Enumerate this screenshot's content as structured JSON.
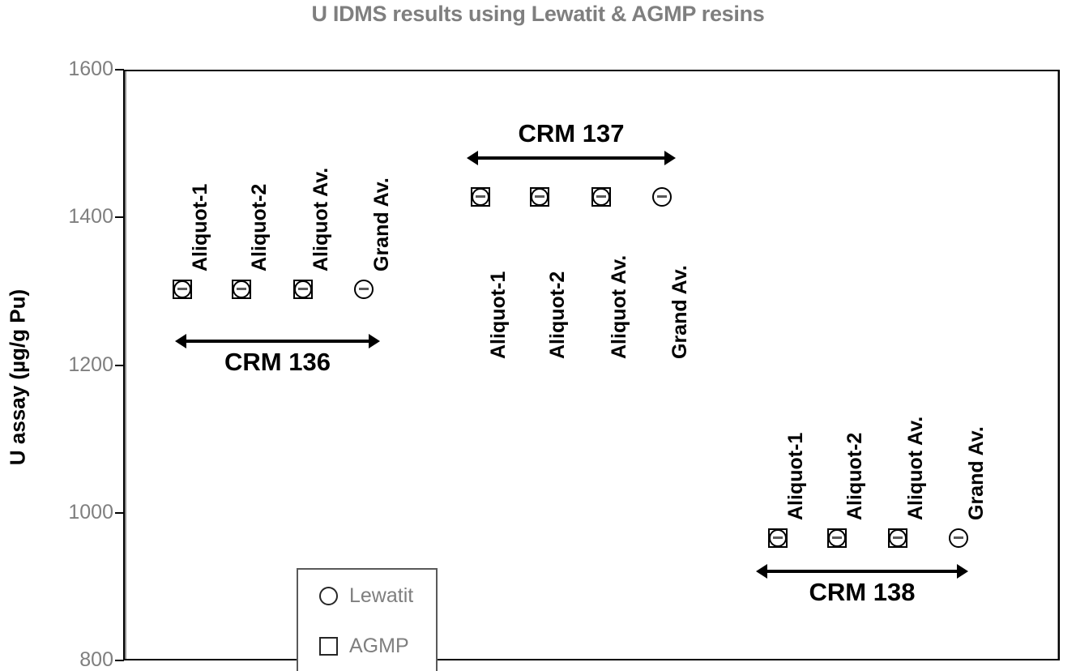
{
  "chart_data": {
    "type": "scatter",
    "title": "U IDMS results using Lewatit & AGMP resins",
    "xlabel": "",
    "ylabel": "U assay (µg/g Pu)",
    "ylim": [
      800,
      1600
    ],
    "yticks": [
      "800",
      "1000",
      "1200",
      "1400",
      "1600"
    ],
    "grid": false,
    "legend_position": "inside-left-lower",
    "legend": [
      {
        "label": "Lewatit",
        "marker": "circle"
      },
      {
        "label": "AGMP",
        "marker": "square"
      }
    ],
    "categories": [
      "Aliquot-1",
      "Aliquot-2",
      "Aliquot Av.",
      "Grand Av."
    ],
    "groups": [
      {
        "name": "CRM 136",
        "label_placement": "above-marker",
        "arrow_label_placement": "below",
        "points": [
          {
            "category": "Aliquot-1",
            "value": 1305,
            "markers": [
              "circle",
              "square"
            ]
          },
          {
            "category": "Aliquot-2",
            "value": 1305,
            "markers": [
              "circle",
              "square"
            ]
          },
          {
            "category": "Aliquot Av.",
            "value": 1305,
            "markers": [
              "circle",
              "square"
            ]
          },
          {
            "category": "Grand Av.",
            "value": 1305,
            "markers": [
              "circle"
            ]
          }
        ]
      },
      {
        "name": "CRM 137",
        "label_placement": "below-marker",
        "arrow_label_placement": "above",
        "points": [
          {
            "category": "Aliquot-1",
            "value": 1430,
            "markers": [
              "circle",
              "square"
            ]
          },
          {
            "category": "Aliquot-2",
            "value": 1430,
            "markers": [
              "circle",
              "square"
            ]
          },
          {
            "category": "Aliquot Av.",
            "value": 1430,
            "markers": [
              "circle",
              "square"
            ]
          },
          {
            "category": "Grand Av.",
            "value": 1430,
            "markers": [
              "circle"
            ]
          }
        ]
      },
      {
        "name": "CRM 138",
        "label_placement": "above-marker",
        "arrow_label_placement": "below",
        "points": [
          {
            "category": "Aliquot-1",
            "value": 968,
            "markers": [
              "circle",
              "square"
            ]
          },
          {
            "category": "Aliquot-2",
            "value": 968,
            "markers": [
              "circle",
              "square"
            ]
          },
          {
            "category": "Aliquot Av.",
            "value": 968,
            "markers": [
              "circle",
              "square"
            ]
          },
          {
            "category": "Grand Av.",
            "value": 968,
            "markers": [
              "circle"
            ]
          }
        ]
      }
    ],
    "colors": {
      "title": "#7f7f7f",
      "tick_label": "#7f7f7f",
      "axis_line": "#000000",
      "marker": "#000000",
      "legend_text": "#7f7f7f"
    }
  }
}
